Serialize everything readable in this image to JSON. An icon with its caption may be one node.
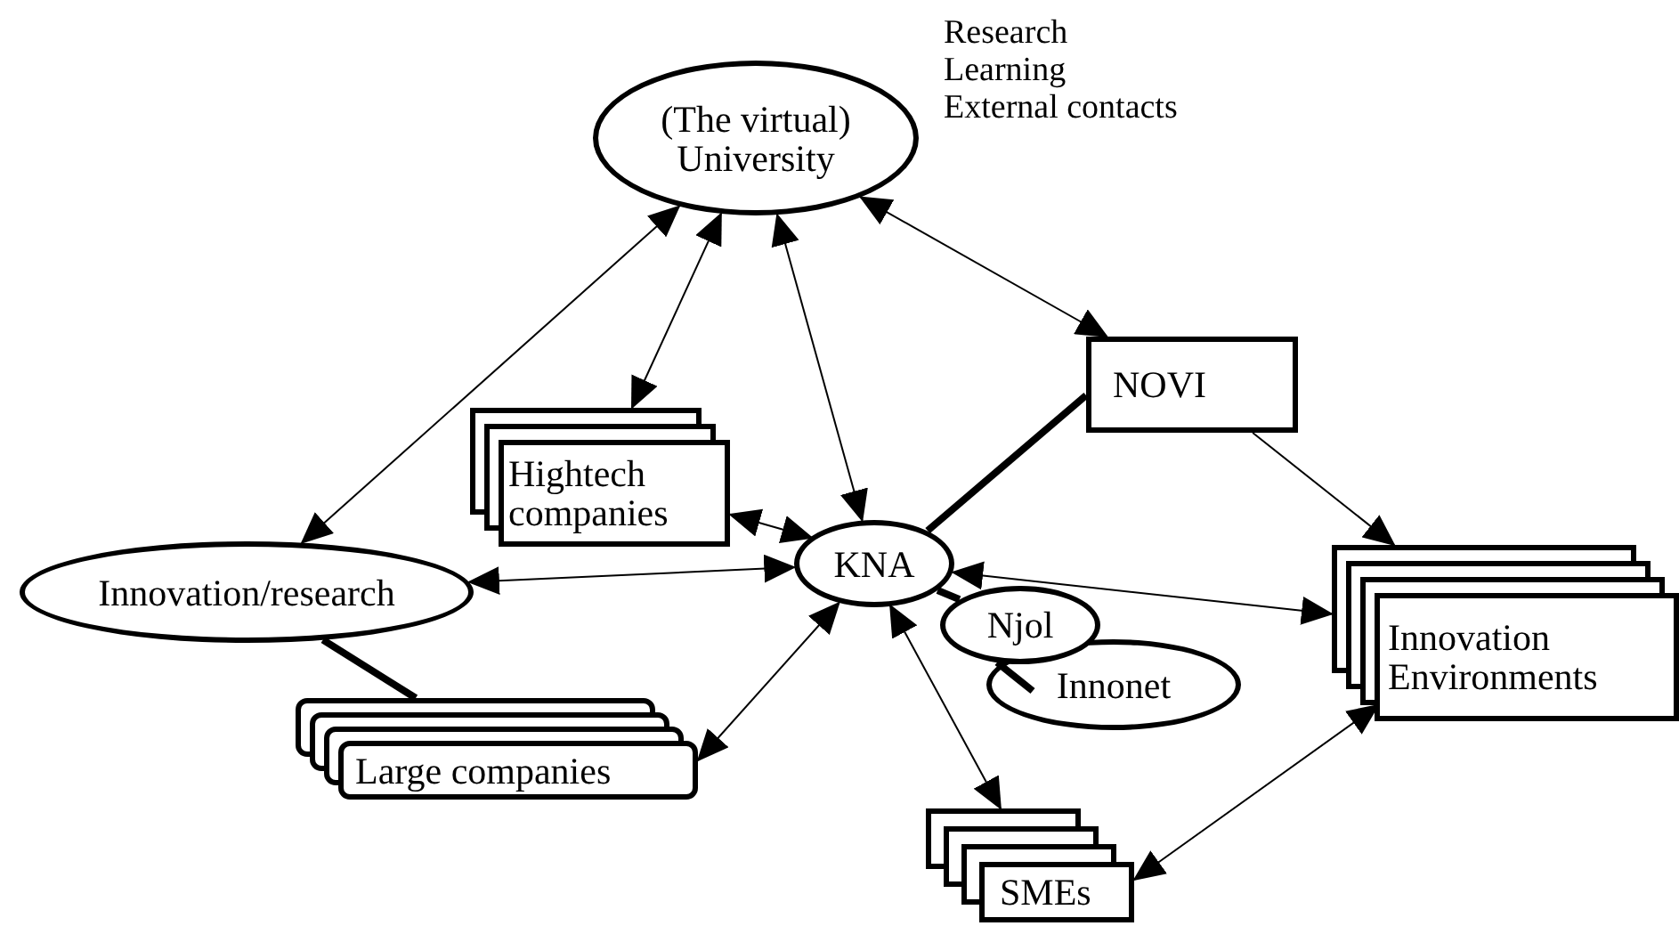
{
  "diagram": {
    "nodes": [
      {
        "text": [
          "(The virtual) University"
        ],
        "beside": [
          "Research",
          "Learning",
          "External contacts"
        ]
      },
      {
        "text": [
          "NOVI"
        ]
      },
      {
        "text": [
          "Hightech companies"
        ]
      },
      {
        "text": [
          "KNA"
        ]
      },
      {
        "text": [
          "Innovation/research"
        ]
      },
      {
        "text": [
          "Njol"
        ]
      },
      {
        "text": [
          "Innonet"
        ]
      },
      {
        "text": [
          "Innovation Environments"
        ]
      },
      {
        "text": [
          "Large companies"
        ]
      },
      {
        "text": [
          "SMEs"
        ]
      }
    ],
    "edges": [
      {
        "from": 0,
        "to": 4,
        "arrow": "both"
      },
      {
        "from": 0,
        "to": 2,
        "arrow": "both"
      },
      {
        "from": 0,
        "to": 3,
        "arrow": "both"
      },
      {
        "from": 0,
        "to": 1,
        "arrow": "both"
      },
      {
        "from": 2,
        "to": 3,
        "arrow": "both"
      },
      {
        "from": 4,
        "to": 3,
        "arrow": "both"
      },
      {
        "from": 3,
        "to": 7,
        "arrow": "both"
      },
      {
        "from": 8,
        "to": 3,
        "arrow": "both"
      },
      {
        "from": 3,
        "to": 9,
        "arrow": "both"
      },
      {
        "from": 9,
        "to": 7,
        "arrow": "both"
      },
      {
        "from": 1,
        "to": 7,
        "arrow": "to"
      },
      {
        "from": 1,
        "to": 3,
        "arrow": "none",
        "style": "thick"
      },
      {
        "from": 4,
        "to": 8,
        "arrow": "none",
        "style": "thick"
      },
      {
        "from": 3,
        "to": 5,
        "arrow": "none",
        "style": "thick"
      },
      {
        "from": 5,
        "to": 6,
        "arrow": "none",
        "style": "thick"
      }
    ]
  }
}
